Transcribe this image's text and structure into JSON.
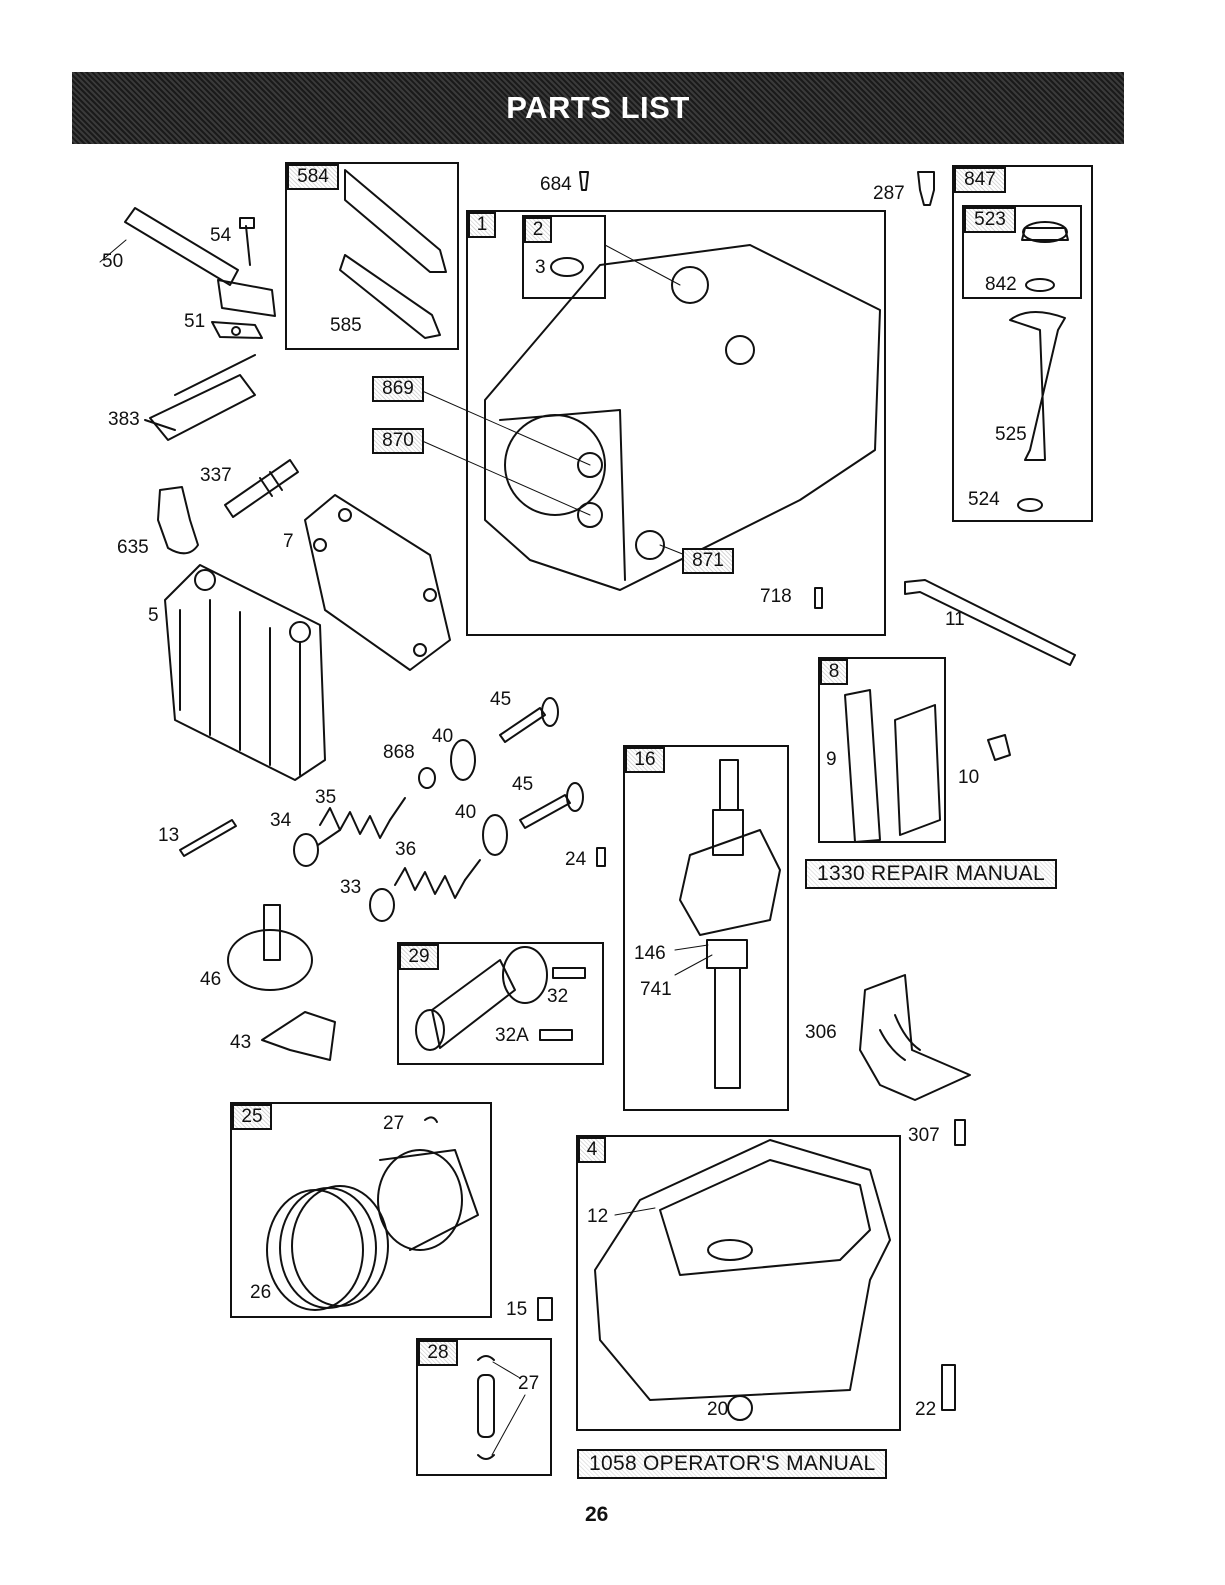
{
  "title": "PARTS LIST",
  "page_number": "26",
  "kit_labels": {
    "k584": "584",
    "k585": "585",
    "k1": "1",
    "k2": "2",
    "k3": "3",
    "k869": "869",
    "k870": "870",
    "k871": "871",
    "k847": "847",
    "k523": "523",
    "k842": "842",
    "k525": "525",
    "k524": "524",
    "k8": "8",
    "k9": "9",
    "k16": "16",
    "k29": "29",
    "k25": "25",
    "k28": "28",
    "k4": "4"
  },
  "part_labels": {
    "p50": "50",
    "p54": "54",
    "p51": "51",
    "p383": "383",
    "p337": "337",
    "p635": "635",
    "p7": "7",
    "p5": "5",
    "p684": "684",
    "p287": "287",
    "p718": "718",
    "p11": "11",
    "p10": "10",
    "p45a": "45",
    "p40a": "40",
    "p868": "868",
    "p45b": "45",
    "p40b": "40",
    "p35": "35",
    "p34": "34",
    "p13": "13",
    "p36": "36",
    "p33": "33",
    "p24": "24",
    "p146": "146",
    "p741": "741",
    "p32": "32",
    "p32a": "32A",
    "p46": "46",
    "p43": "43",
    "p306": "306",
    "p27a": "27",
    "p26": "26",
    "p307": "307",
    "p12": "12",
    "p15": "15",
    "p27b": "27",
    "p20": "20",
    "p22": "22"
  },
  "manuals": {
    "repair": "1330 REPAIR MANUAL",
    "operator": "1058 OPERATOR'S MANUAL"
  }
}
